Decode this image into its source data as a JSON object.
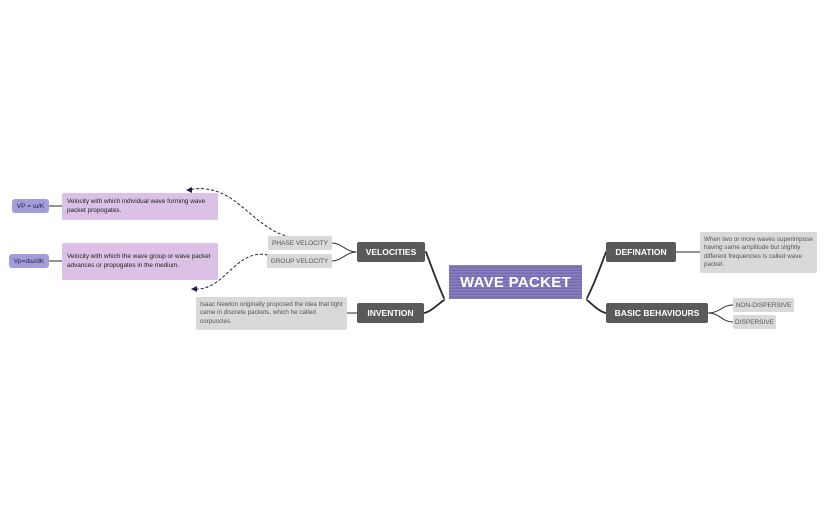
{
  "central": {
    "label": "WAVE PACKET"
  },
  "velocities": {
    "label": "VELOCITIES",
    "phase_velocity": {
      "label": "PHASE VELOCITY",
      "description": "Velocity with which individual wave forming wave packet propogates.",
      "formula": "VP = ɯ/K"
    },
    "group_velocity": {
      "label": "GROUP VELOCITY",
      "description": "Velocity with which the wave group or wave packet advances or propogates in the medium.",
      "formula": "Vp=dɯ/dK"
    }
  },
  "invention": {
    "label": "INVENTION",
    "description": "Isaac Newton originally proposed the idea that light came in discrete packets, which he called corpuscles."
  },
  "defination": {
    "label": "DEFINATION",
    "description": "When two or more waves superimpose having same amplitude but slightly different frequencies is called wave packet."
  },
  "basic_behaviours": {
    "label": "BASIC BEHAVIOURS",
    "items": [
      "NON-DISPERSIVE",
      "DISPERSIVE"
    ]
  },
  "colors": {
    "central": "#7b72b8",
    "main_topic": "#5a5a5a",
    "subtopic": "#d9d9d9",
    "callout": "#dcc1e6",
    "formula": "#a49ddb",
    "connector": "#2a2a2a",
    "dashed_connector": "#1e1e4a"
  }
}
